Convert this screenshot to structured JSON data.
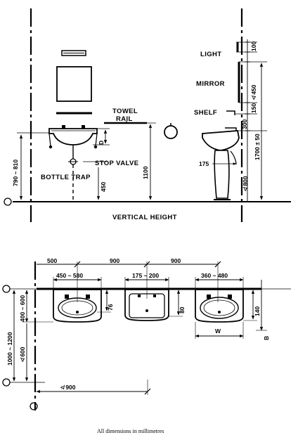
{
  "elevation": {
    "light": "LIGHT",
    "mirror": "MIRROR",
    "towel_rail_1": "TOWEL",
    "towel_rail_2": "RAIL",
    "shelf": "SHELF",
    "stop_valve": "STOP VALVE",
    "bottle_trap": "BOTTLE TRAP",
    "vertical_height": "VERTICAL HEIGHT",
    "dims": {
      "basin_rim": "790 ~ 810",
      "depth": "D",
      "trap": "450",
      "rail": "1100",
      "d100": "100",
      "d450": "≮ 450",
      "d150": "150",
      "d300": "300",
      "d175": "175",
      "d800": "≮ 800",
      "d1700": "1700 ± 50"
    }
  },
  "plan": {
    "dims": {
      "d500": "500",
      "d900a": "900",
      "d900b": "900",
      "d450_580": "450 ~ 580",
      "d175_200": "175 ~ 200",
      "d360_480": "360 ~ 480",
      "d76": "76",
      "d80": "80",
      "d140": "140",
      "w": "W",
      "b": "B",
      "d400_600": "400 ~ 600",
      "d1000_1200": "1000 ~ 1200",
      "d600": "≮ 600",
      "d900c": "≮ 900"
    }
  },
  "caption": "All dimensions in millimetres"
}
